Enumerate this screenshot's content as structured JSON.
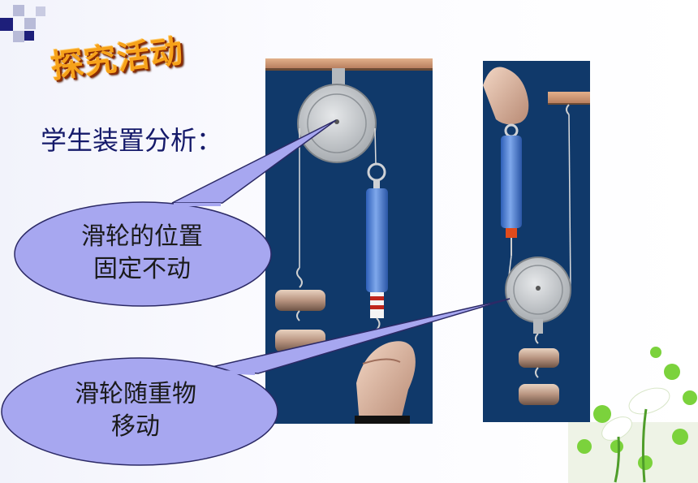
{
  "slide": {
    "title": "探究活动",
    "subtitle": "学生装置分析：",
    "callout_fixed": [
      "滑轮的位置",
      "固定不动"
    ],
    "callout_movable": [
      "滑轮随重物",
      "移动"
    ]
  },
  "colors": {
    "panel": "#10396a",
    "bubble_fill": "#a7a7f0",
    "subtitle": "#151a6a",
    "title_orange": "#f6a21a"
  }
}
